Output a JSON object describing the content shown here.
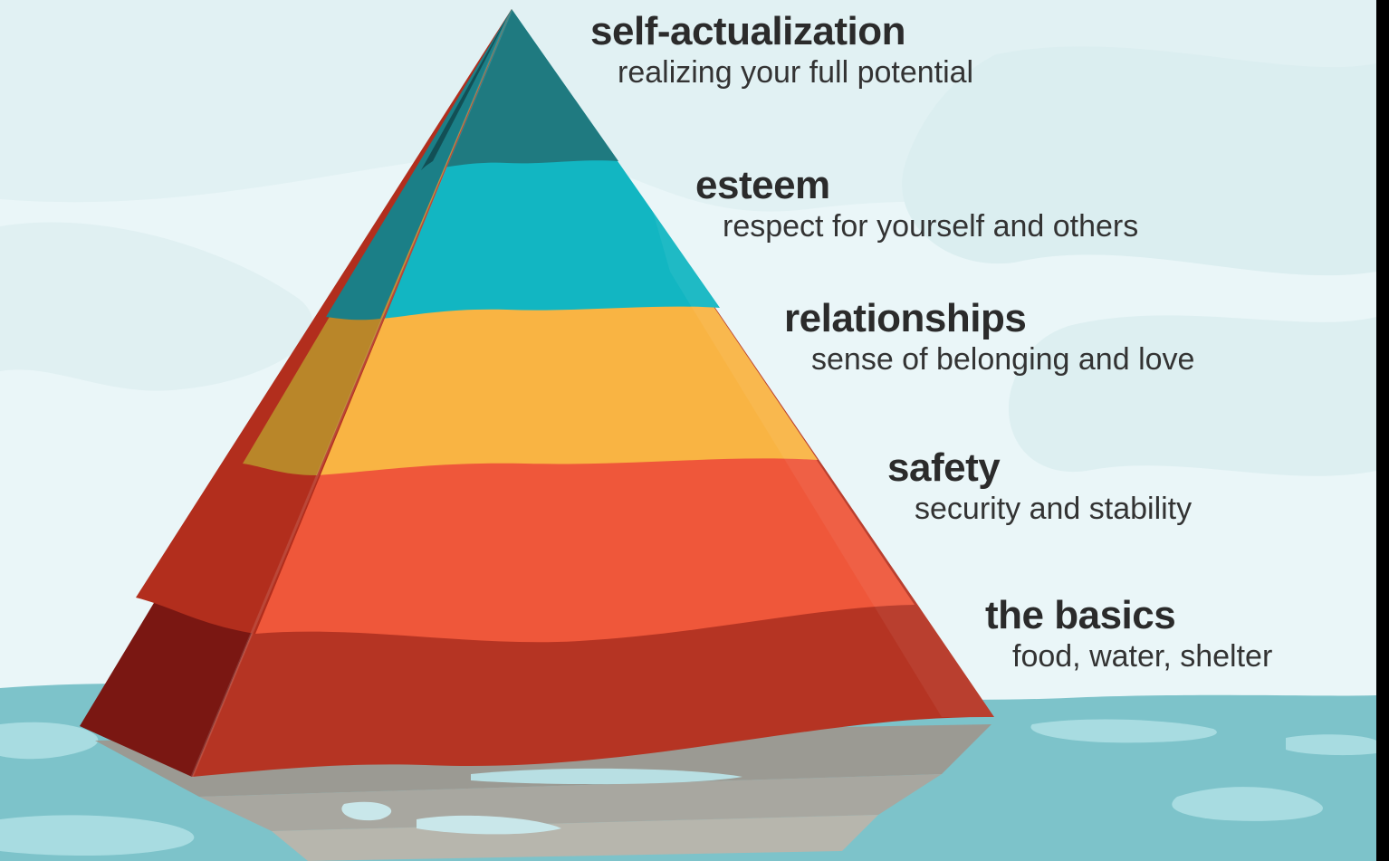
{
  "levels": [
    {
      "name": "self-actualization",
      "description": "realizing your full potential"
    },
    {
      "name": "esteem",
      "description": "respect for yourself and others"
    },
    {
      "name": "relationships",
      "description": "sense of belonging and love"
    },
    {
      "name": "safety",
      "description": "security and stability"
    },
    {
      "name": "the basics",
      "description": "food, water, shelter"
    }
  ],
  "colors": {
    "background": "#eaf6f8",
    "cloud": "#d9eef0",
    "water": "#7cc2c9",
    "water_highlight": "#a9dde2",
    "self_actualization": "#1f7a80",
    "esteem": "#12b6c2",
    "relationships": "#f9b443",
    "safety": "#ef573a",
    "basics": "#b53423",
    "reflection": "#9a9a94"
  }
}
